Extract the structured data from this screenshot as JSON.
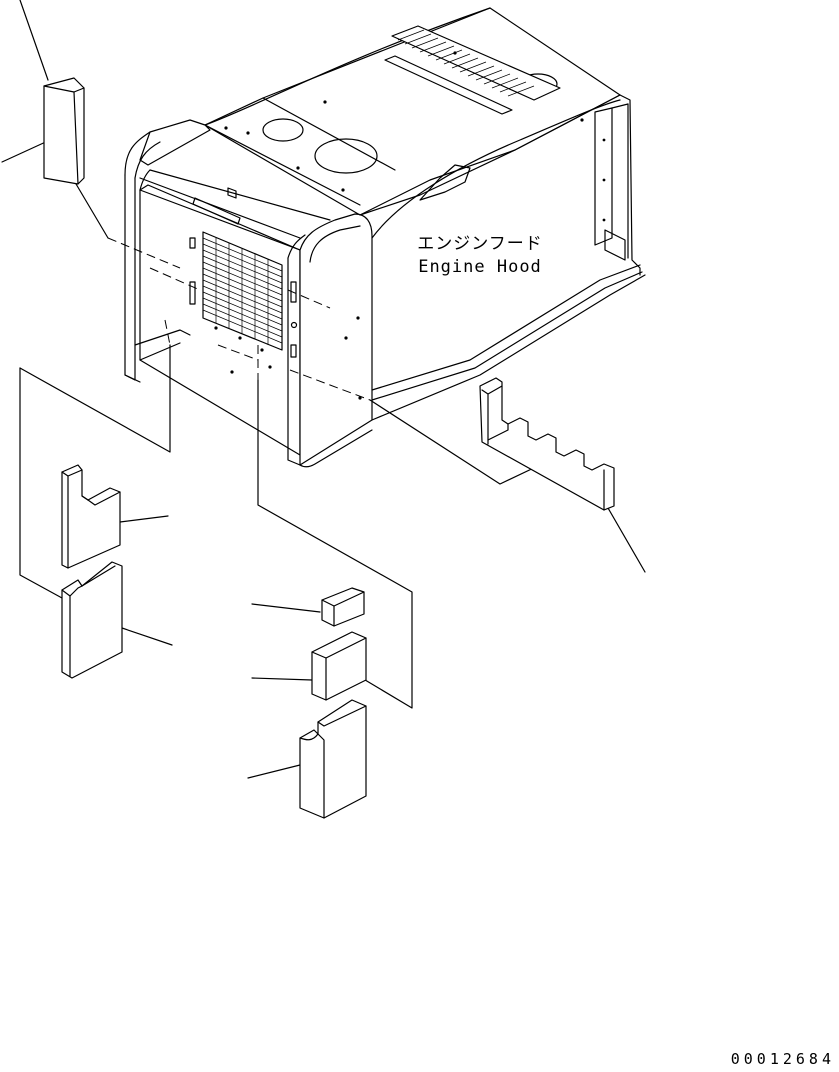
{
  "diagram": {
    "hood_label_jp": "エンジンフード",
    "hood_label_en": "Engine Hood",
    "drawing_number": "00012684"
  }
}
